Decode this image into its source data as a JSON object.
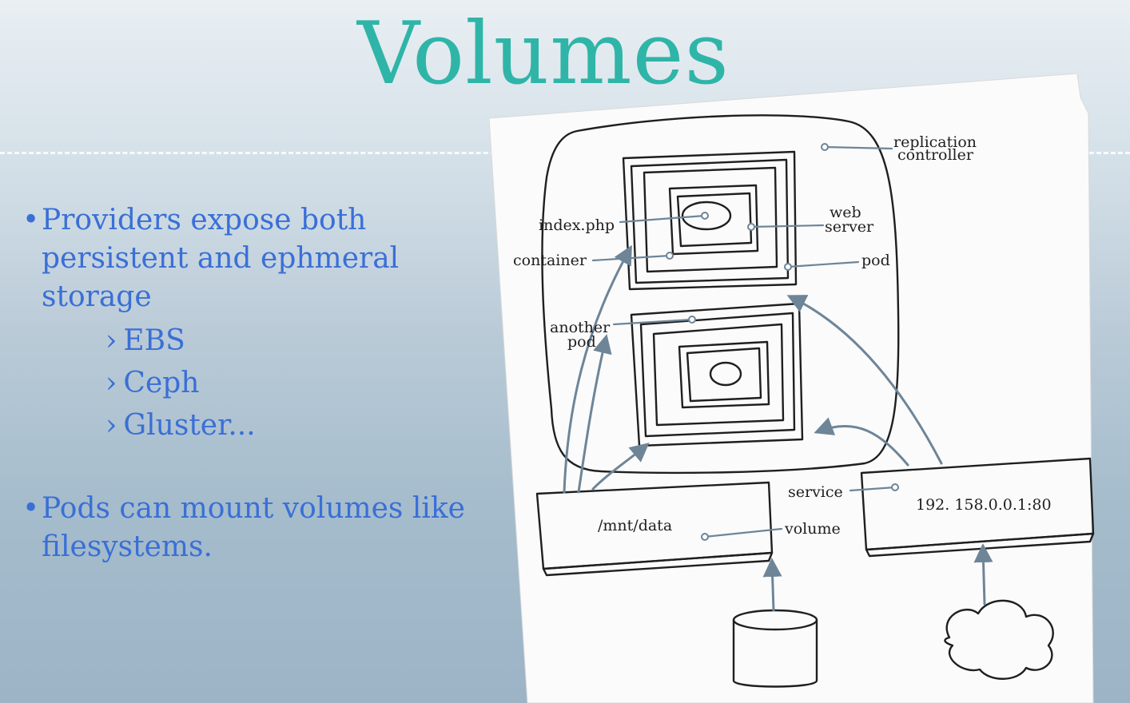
{
  "slide": {
    "title": "Volumes",
    "bullets": [
      {
        "text": "Providers expose both persistent and ephmeral storage",
        "subitems": [
          "EBS",
          "Ceph",
          "Gluster..."
        ]
      },
      {
        "text": "Pods can mount volumes like filesystems."
      }
    ],
    "bullet_glyph": "•",
    "subitem_glyph": "›"
  },
  "diagram": {
    "labels": {
      "replication_controller_1": "replication",
      "replication_controller_2": "controller",
      "index_php": "index.php",
      "web_server_1": "web",
      "web_server_2": "server",
      "container": "container",
      "pod": "pod",
      "another_pod_1": "another",
      "another_pod_2": "pod",
      "mnt_data": "/mnt/data",
      "volume": "volume",
      "service": "service",
      "ip_address": "192. 158.0.0.1:80"
    }
  },
  "colors": {
    "title": "#2fb5a8",
    "bullet_text": "#3a6fd6",
    "arrow": "#6e8598",
    "ink": "#1f1f1f"
  }
}
